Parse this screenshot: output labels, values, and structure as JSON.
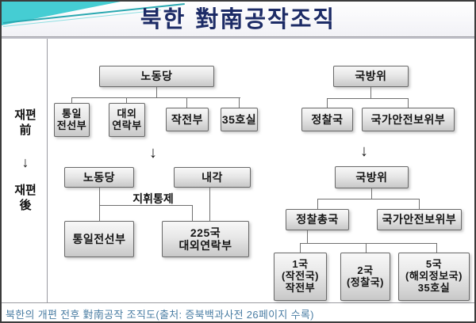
{
  "title": "북한 對南공작조직",
  "caption": "북한의 개편 전후 對南공작 조직도(출처: 증북백과사전 26페이지 수록)",
  "side": {
    "before": "재편\n前",
    "arrow": "↓",
    "after": "재편\n後"
  },
  "transition": {
    "arrow": "↓"
  },
  "before": {
    "party": {
      "root": "노동당",
      "children": [
        "통일\n전선부",
        "대외\n연락부",
        "작전부",
        "35호실"
      ]
    },
    "defense": {
      "root": "국방위",
      "children": [
        "정찰국",
        "국가안전보위부"
      ]
    }
  },
  "after": {
    "party": {
      "roots": [
        "노동당",
        "내각"
      ],
      "command_label": "지휘통제",
      "children": [
        "통일전선부",
        "225국\n대외연락부"
      ]
    },
    "defense": {
      "root": "국방위",
      "children": [
        "정찰총국",
        "국가안전보위부"
      ],
      "bureaus": [
        "1국\n(작전국)\n작전부",
        "2국\n(정찰국)",
        "5국\n(해외정보국)\n35호실"
      ]
    }
  },
  "colors": {
    "c-title": "#1c2b66",
    "c-caption": "#4a7da3",
    "c-accent": "#45cdd3",
    "c-line": "#707070",
    "c-border": "#3c3c3c"
  }
}
